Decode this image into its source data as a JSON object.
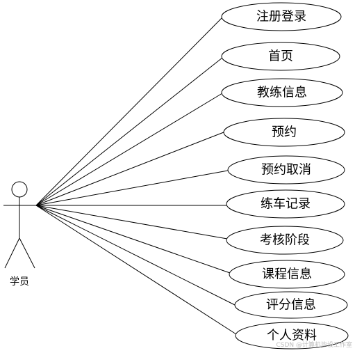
{
  "actor": {
    "label": "学员"
  },
  "use_cases": [
    {
      "label": "注册登录"
    },
    {
      "label": "首页"
    },
    {
      "label": "教练信息"
    },
    {
      "label": "预约"
    },
    {
      "label": "预约取消"
    },
    {
      "label": "练车记录"
    },
    {
      "label": "考核阶段"
    },
    {
      "label": "课程信息"
    },
    {
      "label": "评分信息"
    },
    {
      "label": "个人资料"
    }
  ],
  "watermark": "CSDN @计算机毕设工作室"
}
